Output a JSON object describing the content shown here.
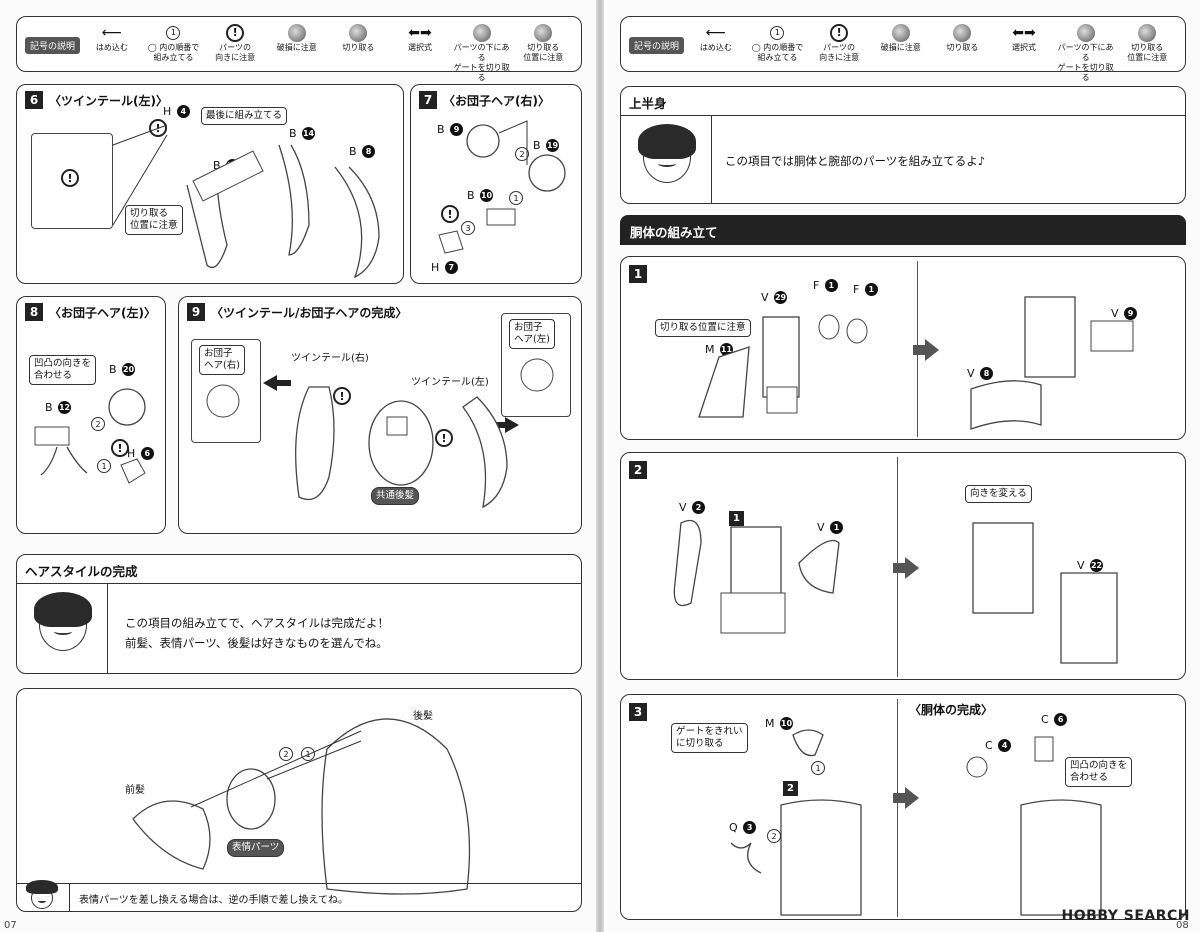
{
  "legend": {
    "tag": "記号の説明",
    "items": [
      "はめ込む",
      "◯ 内の順番で\n組み立てる",
      "パーツの\n向きに注意",
      "破損に注意",
      "切り取る",
      "選択式",
      "パーツの下にある\nゲートを切り取る",
      "切り取る\n位置に注意"
    ],
    "circle_digit": "1"
  },
  "left": {
    "step6": {
      "num": "6",
      "title": "〈ツインテール(左)〉",
      "callout_last": "最後に組み立てる",
      "callout_cut": "切り取る\n位置に注意",
      "labels": [
        {
          "t": "H",
          "n": "4"
        },
        {
          "t": "B",
          "n": "18"
        },
        {
          "t": "B",
          "n": "14"
        },
        {
          "t": "B",
          "n": "8"
        }
      ]
    },
    "step7": {
      "num": "7",
      "title": "〈お団子ヘア(右)〉",
      "labels": [
        {
          "t": "B",
          "n": "9"
        },
        {
          "t": "B",
          "n": "19"
        },
        {
          "t": "B",
          "n": "10"
        },
        {
          "t": "H",
          "n": "7"
        }
      ],
      "order": [
        "2",
        "1",
        "3"
      ]
    },
    "step8": {
      "num": "8",
      "title": "〈お団子ヘア(左)〉",
      "callout": "凹凸の向きを\n合わせる",
      "labels": [
        {
          "t": "B",
          "n": "20"
        },
        {
          "t": "B",
          "n": "12"
        },
        {
          "t": "H",
          "n": "6"
        }
      ],
      "order": [
        "2",
        "1"
      ]
    },
    "step9": {
      "num": "9",
      "title": "〈ツインテール/お団子ヘアの完成〉",
      "odango_r": "お団子\nヘア(右)",
      "odango_l": "お団子\nヘア(左)",
      "twin_r": "ツインテール(右)",
      "twin_l": "ツインテール(左)",
      "back": "共通後髪"
    },
    "hair_done": {
      "title": "ヘアスタイルの完成",
      "line1": "この項目の組み立てで、ヘアスタイルは完成だよ！",
      "line2": "前髪、表情パーツ、後髪は好きなものを選んでね。"
    },
    "assembly": {
      "front": "前髪",
      "face": "表情パーツ",
      "back": "後髪",
      "order": [
        "2",
        "1"
      ],
      "note": "表情パーツを差し換える場合は、逆の手順で差し換えてね。"
    },
    "page": "07"
  },
  "right": {
    "upper": {
      "title": "上半身",
      "text": "この項目では胴体と腕部のパーツを組み立てるよ♪"
    },
    "torso_bar": "胴体の組み立て",
    "s1": {
      "num": "1",
      "callout": "切り取る位置に注意",
      "labels": [
        {
          "t": "V",
          "n": "29"
        },
        {
          "t": "F",
          "n": "1"
        },
        {
          "t": "F",
          "n": "1"
        },
        {
          "t": "M",
          "n": "11"
        },
        {
          "t": "V",
          "n": "9"
        },
        {
          "t": "V",
          "n": "8"
        }
      ]
    },
    "s2": {
      "num": "2",
      "sub": "1",
      "callout": "向きを変える",
      "labels": [
        {
          "t": "V",
          "n": "2"
        },
        {
          "t": "V",
          "n": "1"
        },
        {
          "t": "V",
          "n": "22"
        }
      ]
    },
    "s3": {
      "num": "3",
      "sub": "2",
      "callout_gate": "ゲートをきれい\nに切り取る",
      "done": "〈胴体の完成〉",
      "callout_fit": "凹凸の向きを\n合わせる",
      "labels": [
        {
          "t": "M",
          "n": "10"
        },
        {
          "t": "Q",
          "n": "3"
        },
        {
          "t": "C",
          "n": "6"
        },
        {
          "t": "C",
          "n": "4"
        }
      ],
      "order": [
        "1",
        "2"
      ]
    },
    "page": "08"
  },
  "watermark": "HOBBY SEARCH"
}
